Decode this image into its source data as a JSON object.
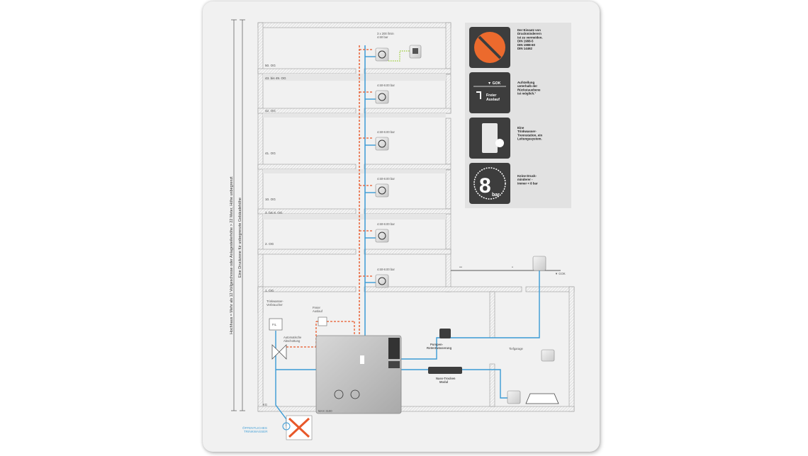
{
  "vertical_labels": {
    "outer": "Hochhaus = Mehr als 12 Vollgeschosse oder Anlagesteilerhöhe > 22 Meter, Höhe unbegrenzt",
    "inner": "Eine Druckzone für unbegrenzte Gebäudehöhe"
  },
  "floors": [
    "50. OG",
    "43. bis 49. OG",
    "42. OG",
    "41. OG",
    "10. OG",
    "3. bis 8. OG",
    "2. OG",
    "1. OG"
  ],
  "pressure_labels": [
    "3 x 200 l/min\n4.50 bar",
    "4.50-8.00 bar",
    "4.50-8.00 bar",
    "4.50-8.00 bar",
    "4.50-8.00 bar",
    "4.50-8.00 bar"
  ],
  "basement": {
    "trinkwasser_label": "Trinkwasser-\nVerbraucher",
    "filter": "FIL",
    "auto_shutoff": "Automatische\nAbschottung",
    "freier_auslauf": "Freier\nAuslauf",
    "pumpen_label": "Pumpen-\nRotentwässerung",
    "nass_trocken": "Nass-Trocken\nModul",
    "tiefgarage": "Tiefgarage",
    "station_tag": "MAX 3100",
    "kg": "KG",
    "oeffentliches": "ÖFFENTLICHES\nTRINKWASSER",
    "gok": "▼ GOK"
  },
  "panels": [
    {
      "icon": "no-pressure-reducer-icon",
      "text": "Der Einsatz von\nDruckminderern\nist zu vermeiden.\nDIN 1988-5\nDIN 1988-60\nDIN 14462"
    },
    {
      "icon": "free-outlet-icon",
      "text": "Aufstellung\nunterhalb der\nRückstauebene\nist möglich.¹",
      "sub1": "▼ GOK",
      "sub2": "Freier\nAuslauf"
    },
    {
      "icon": "separation-station-icon",
      "text": "Eine\nTrinkwasser-\nTrennstation, ein\nLeitungssystem."
    },
    {
      "icon": "gauge-8-bar-icon",
      "text": "Keine Druck-\nminderer -\nimmer < 8 bar",
      "big": "8",
      "unit": "bar"
    }
  ],
  "colors": {
    "blue": "#3a9bd5",
    "orange": "#e8582a",
    "green_dotted": "#9acd32",
    "panel_dark": "#3d3d3d"
  }
}
